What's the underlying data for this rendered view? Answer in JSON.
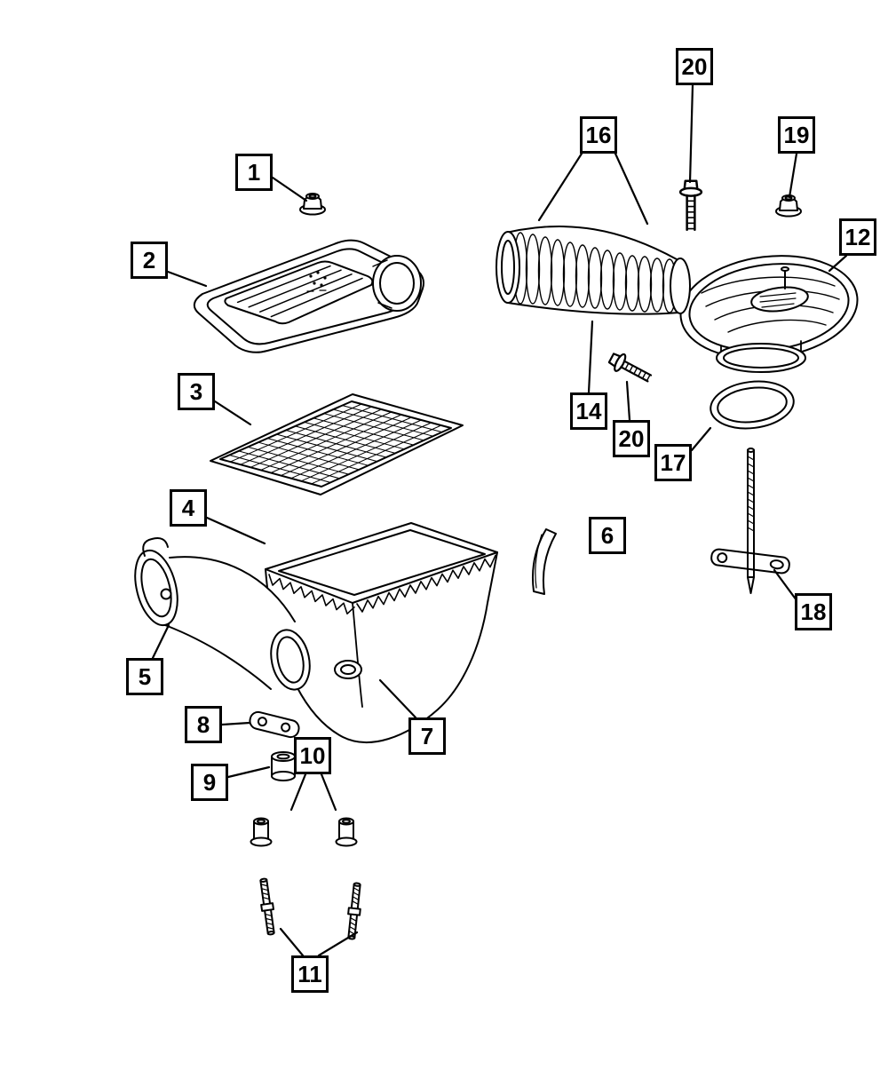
{
  "diagram": {
    "background_color": "#ffffff",
    "line_color": "#000000",
    "callouts": [
      {
        "label": "1"
      },
      {
        "label": "2"
      },
      {
        "label": "3"
      },
      {
        "label": "4"
      },
      {
        "label": "5"
      },
      {
        "label": "6"
      },
      {
        "label": "7"
      },
      {
        "label": "8"
      },
      {
        "label": "9"
      },
      {
        "label": "10"
      },
      {
        "label": "11"
      },
      {
        "label": "12"
      },
      {
        "label": "14"
      },
      {
        "label": "16"
      },
      {
        "label": "17"
      },
      {
        "label": "18"
      },
      {
        "label": "19"
      },
      {
        "label": "20"
      },
      {
        "label": "20"
      }
    ]
  }
}
